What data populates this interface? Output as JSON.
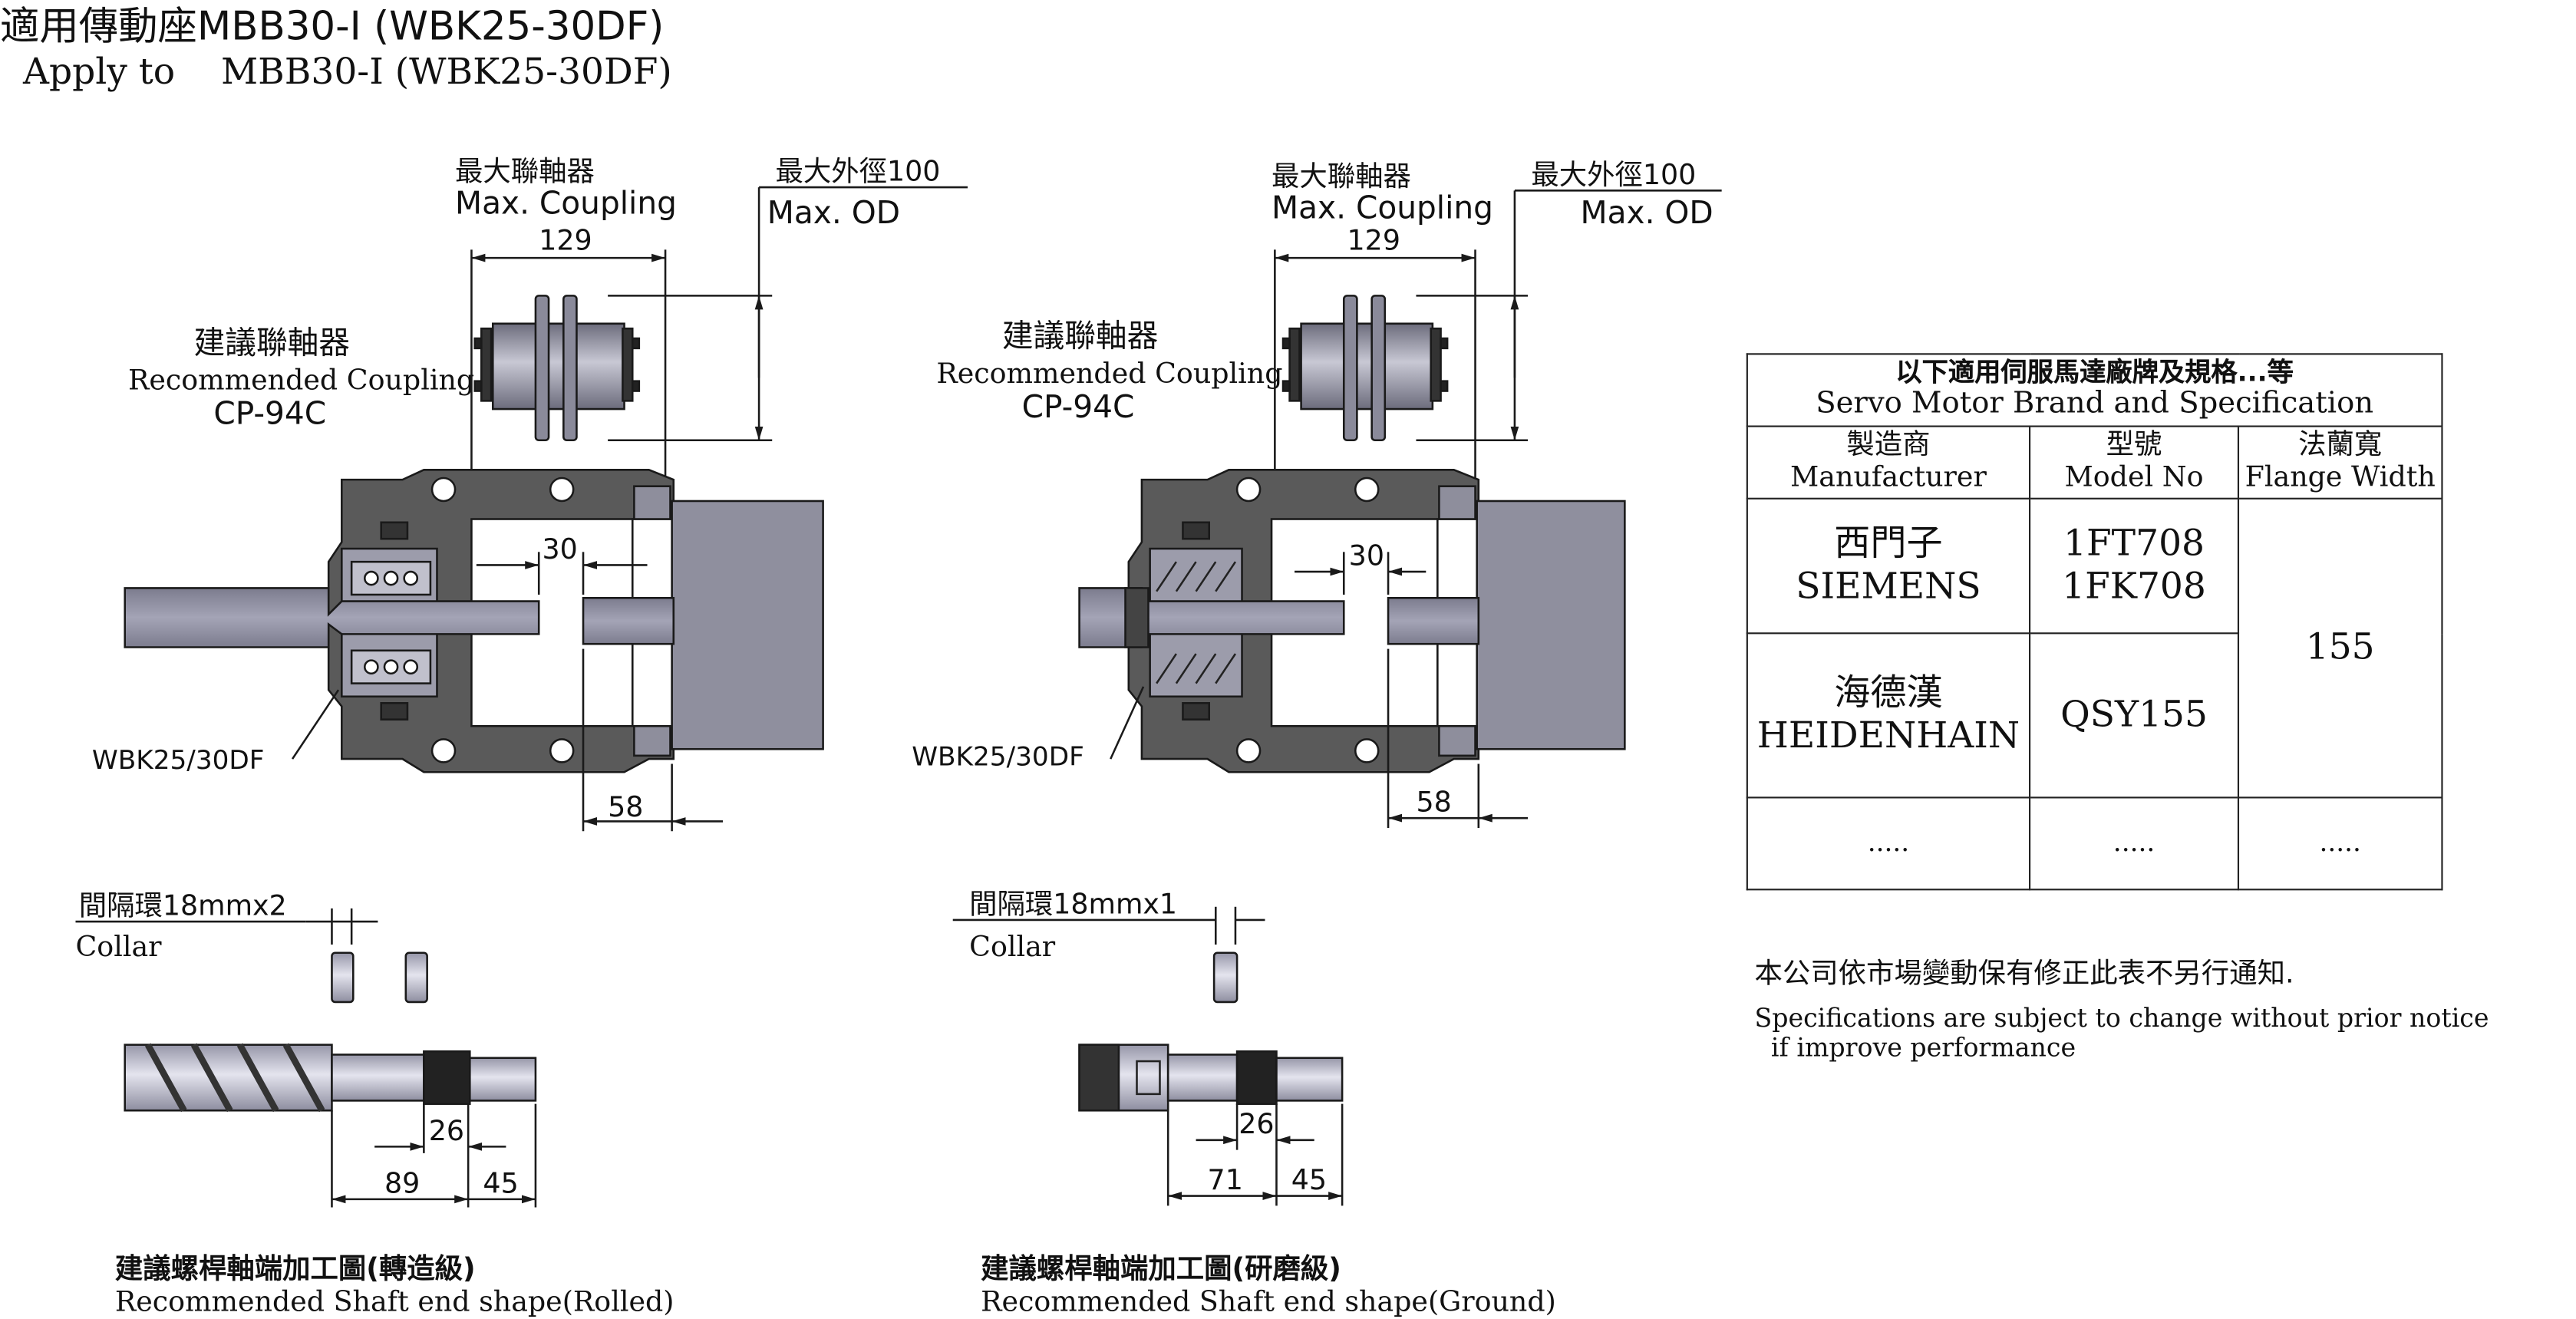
{
  "header": {
    "title_zh": "適用傳動座MBB30-I (WBK25-30DF)",
    "title_en": "Apply to    MBB30-I (WBK25-30DF)"
  },
  "drawings": [
    {
      "max_coupling_zh": "最大聯軸器",
      "max_coupling_en": "Max. Coupling",
      "max_od_zh": "最大外徑100",
      "max_od_en": "Max. OD",
      "dim_coupling": "129",
      "rec_coupling_zh": "建議聯軸器",
      "rec_coupling_en": "Recommended Coupling",
      "rec_coupling_model": "CP-94C",
      "dim_gap": "30",
      "bearing_label": "WBK25/30DF",
      "dim_flange": "58",
      "collar_zh": "間隔環18mmx2",
      "collar_en": "Collar",
      "dim_thread": "26",
      "dim_shaft_a": "89",
      "dim_shaft_b": "45",
      "shaft_zh": "建議螺桿軸端加工圖(轉造級)",
      "shaft_en": "Recommended Shaft end shape(Rolled)"
    },
    {
      "max_coupling_zh": "最大聯軸器",
      "max_coupling_en": "Max. Coupling",
      "max_od_zh": "最大外徑100",
      "max_od_en": "Max. OD",
      "dim_coupling": "129",
      "rec_coupling_zh": "建議聯軸器",
      "rec_coupling_en": "Recommended Coupling",
      "rec_coupling_model": "CP-94C",
      "dim_gap": "30",
      "bearing_label": "WBK25/30DF",
      "dim_flange": "58",
      "collar_zh": "間隔環18mmx1",
      "collar_en": "Collar",
      "dim_thread": "26",
      "dim_shaft_a": "71",
      "dim_shaft_b": "45",
      "shaft_zh": "建議螺桿軸端加工圖(研磨級)",
      "shaft_en": "Recommended Shaft end shape(Ground)"
    }
  ],
  "table": {
    "title_zh": "以下適用伺服馬達廠牌及規格...等",
    "title_en": "Servo Motor Brand and Specification",
    "headers": [
      {
        "zh": "製造商",
        "en": "Manufacturer"
      },
      {
        "zh": "型號",
        "en": "Model No"
      },
      {
        "zh": "法蘭寬",
        "en": "Flange Width"
      }
    ],
    "rows": [
      {
        "maker_zh": "西門子",
        "maker_en": "SIEMENS",
        "model_1": "1FT708",
        "model_2": "1FK708"
      },
      {
        "maker_zh": "海德漢",
        "maker_en": "HEIDENHAIN",
        "model_1": "QSY155"
      }
    ],
    "flange_width": "155",
    "ellipsis": "....."
  },
  "notice": {
    "zh": "本公司依市場變動保有修正此表不另行通知.",
    "en_1": "Specifications are subject to change without prior notice",
    "en_2": "if improve performance"
  },
  "colors": {
    "housing": "#5a5a5a",
    "motor": "#8f8f9e",
    "shaft": "#9a9aac",
    "line": "#1a1a1a"
  }
}
